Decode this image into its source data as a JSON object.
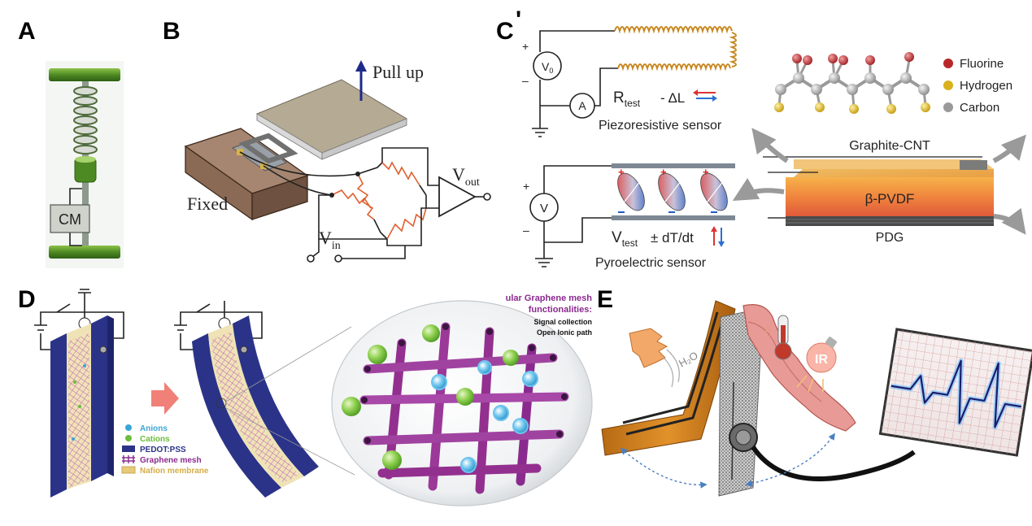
{
  "panel_labels": {
    "a": "A",
    "b": "B",
    "c": "C",
    "d": "D",
    "e": "E"
  },
  "panel_a": {
    "module_label": "CM"
  },
  "panel_b": {
    "pull_up": "Pull up",
    "fixed": "Fixed",
    "vout_main": "V",
    "vout_sub": "out",
    "vin_main": "V",
    "vin_sub": "in"
  },
  "panel_c": {
    "tick_mark": "'",
    "piezo": {
      "plus": "+",
      "minus": "–",
      "source_main": "V",
      "source_sub": "0",
      "ammeter": "A",
      "r_main": "R",
      "r_sub": "test",
      "delta": "- ΔL",
      "caption": "Piezoresistive sensor"
    },
    "pyro": {
      "plus": "+",
      "minus": "–",
      "source": "V",
      "v_main": "V",
      "v_sub": "test",
      "dt": "± dT/dt",
      "caption": "Pyroelectric sensor"
    },
    "legend": [
      {
        "label": "Fluorine",
        "color": "#b8282a"
      },
      {
        "label": "Hydrogen",
        "color": "#d8b21c"
      },
      {
        "label": "Carbon",
        "color": "#9a9a9a"
      }
    ],
    "layers": {
      "top": "Graphite-CNT",
      "middle": "β-PVDF",
      "bottom": "PDG"
    }
  },
  "panel_d": {
    "legend": [
      {
        "label": "Anions",
        "color": "#3aa5d6"
      },
      {
        "label": "Cations",
        "color": "#6cbd3c"
      },
      {
        "label": "PEDOT:PSS",
        "color": "#2b3388"
      },
      {
        "label": "Graphene mesh",
        "color": "#8a2a8e"
      },
      {
        "label": "Nafion membrane",
        "color": "#e8c977"
      }
    ],
    "info_title_1": "ular Graphene mesh",
    "info_title_2": "functionalities:",
    "info_line_1": "Signal collection",
    "info_line_2": "Open Ionic path"
  },
  "panel_e": {
    "water": "H₂O",
    "ir": "IR"
  }
}
